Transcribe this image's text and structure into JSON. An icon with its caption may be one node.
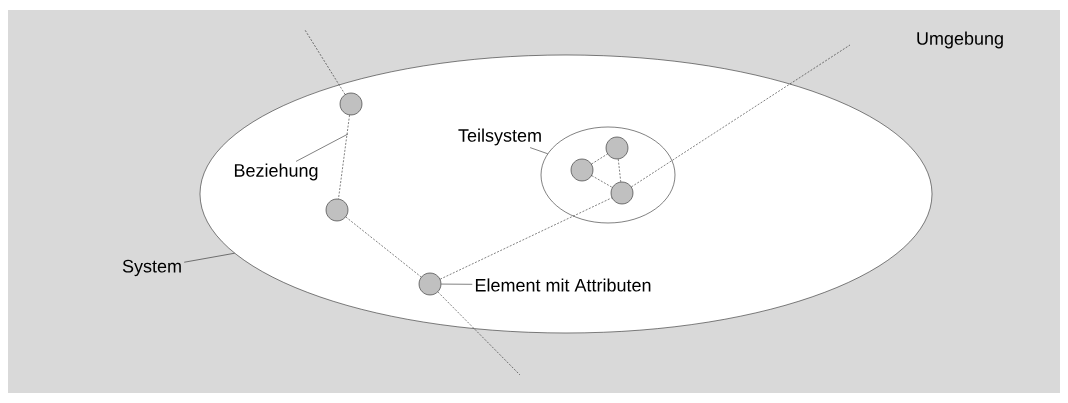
{
  "diagram": {
    "nodes": [
      {
        "text": [],
        "shape": "ellipse"
      },
      {
        "text": [],
        "shape": "ellipse",
        "in": 0
      },
      {
        "text": [],
        "shape": "circle",
        "in": 0
      },
      {
        "text": [],
        "shape": "circle",
        "in": 0
      },
      {
        "text": [],
        "shape": "circle",
        "in": 0
      },
      {
        "text": [],
        "shape": "circle",
        "in": 1
      },
      {
        "text": [],
        "shape": "circle",
        "in": 1
      },
      {
        "text": [],
        "shape": "circle",
        "in": 1
      },
      {
        "text": [
          "System"
        ]
      },
      {
        "text": [
          "Teilsystem"
        ],
        "in": 0
      },
      {
        "text": [
          "Beziehung"
        ],
        "in": 0
      },
      {
        "text": [
          "Element mit Attributen"
        ],
        "in": 0
      }
    ],
    "edges": [
      {
        "from": 2,
        "to": null,
        "arrow": "none",
        "style": "dashed"
      },
      {
        "from": 2,
        "to": 3,
        "arrow": "none",
        "style": "dashed"
      },
      {
        "from": 3,
        "to": 4,
        "arrow": "none",
        "style": "dashed"
      },
      {
        "from": 4,
        "to": null,
        "arrow": "none",
        "style": "dashed"
      },
      {
        "from": 4,
        "to": 7,
        "arrow": "none",
        "style": "dashed"
      },
      {
        "from": 7,
        "to": null,
        "arrow": "none",
        "style": "dashed"
      },
      {
        "from": 5,
        "to": 6,
        "arrow": "none",
        "style": "dashed"
      },
      {
        "from": 5,
        "to": 7,
        "arrow": "none",
        "style": "dashed"
      },
      {
        "from": 6,
        "to": 7,
        "arrow": "none",
        "style": "dashed"
      },
      {
        "from": 8,
        "to": 0,
        "arrow": "none"
      },
      {
        "from": 9,
        "to": 1,
        "arrow": "none"
      },
      {
        "from": 10,
        "to": null,
        "arrow": "none"
      },
      {
        "from": 11,
        "to": 4,
        "arrow": "none"
      }
    ],
    "labels": [
      "Umgebung"
    ]
  }
}
